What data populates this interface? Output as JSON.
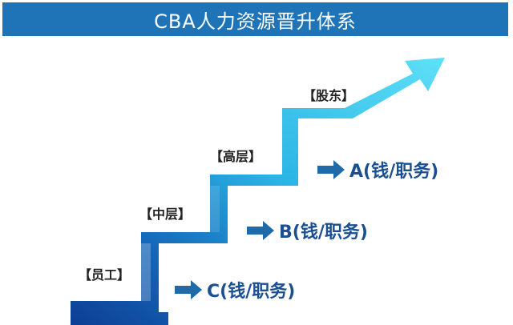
{
  "title": "CBA人力资源晋升体系",
  "stages": [
    {
      "label": "【员工】"
    },
    {
      "label": "【中层】"
    },
    {
      "label": "【高层】"
    },
    {
      "label": "【股东】"
    }
  ],
  "levels": [
    {
      "label": "A(钱/职务)"
    },
    {
      "label": "B(钱/职务)"
    },
    {
      "label": "C(钱/职务)"
    }
  ],
  "colors": {
    "title_bar": "#1f74b8",
    "stair_light": "#43d2f2",
    "stair_dark": "#1450a3",
    "level_text": "#1a4f92",
    "arrow": "#1f6aa8"
  }
}
